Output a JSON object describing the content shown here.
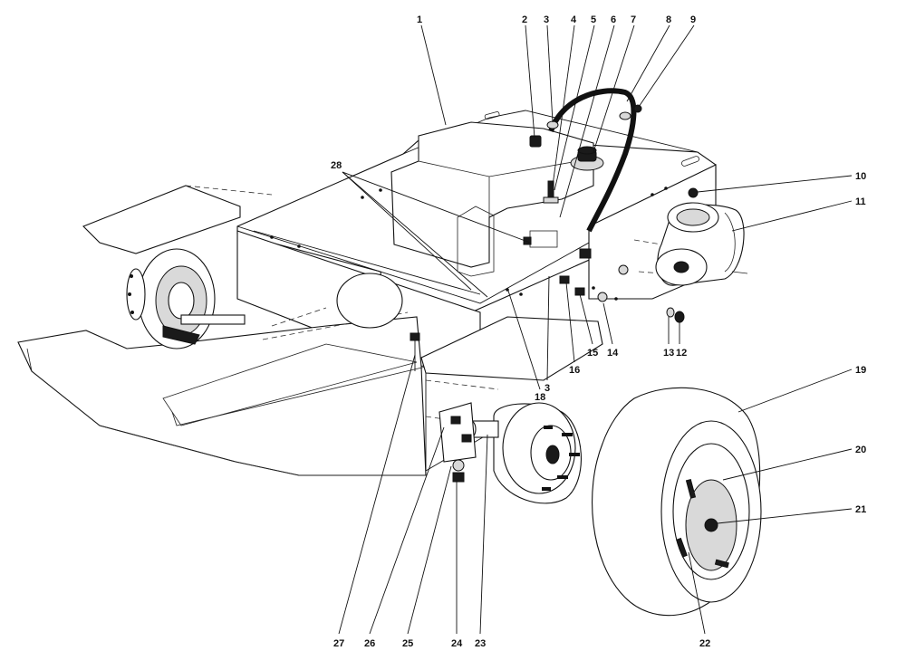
{
  "callouts": [
    {
      "id": "c1",
      "label": "1"
    },
    {
      "id": "c2",
      "label": "2"
    },
    {
      "id": "c3a",
      "label": "3"
    },
    {
      "id": "c4",
      "label": "4"
    },
    {
      "id": "c5",
      "label": "5"
    },
    {
      "id": "c6",
      "label": "6"
    },
    {
      "id": "c7",
      "label": "7"
    },
    {
      "id": "c8",
      "label": "8"
    },
    {
      "id": "c9",
      "label": "9"
    },
    {
      "id": "c10",
      "label": "10"
    },
    {
      "id": "c11",
      "label": "11"
    },
    {
      "id": "c12",
      "label": "12"
    },
    {
      "id": "c13",
      "label": "13"
    },
    {
      "id": "c14",
      "label": "14"
    },
    {
      "id": "c15",
      "label": "15"
    },
    {
      "id": "c16",
      "label": "16"
    },
    {
      "id": "c3b",
      "label": "3"
    },
    {
      "id": "c18",
      "label": "18"
    },
    {
      "id": "c19",
      "label": "19"
    },
    {
      "id": "c20",
      "label": "20"
    },
    {
      "id": "c21",
      "label": "21"
    },
    {
      "id": "c22",
      "label": "22"
    },
    {
      "id": "c23",
      "label": "23"
    },
    {
      "id": "c24",
      "label": "24"
    },
    {
      "id": "c25",
      "label": "25"
    },
    {
      "id": "c26",
      "label": "26"
    },
    {
      "id": "c27",
      "label": "27"
    },
    {
      "id": "c28",
      "label": "28"
    }
  ]
}
